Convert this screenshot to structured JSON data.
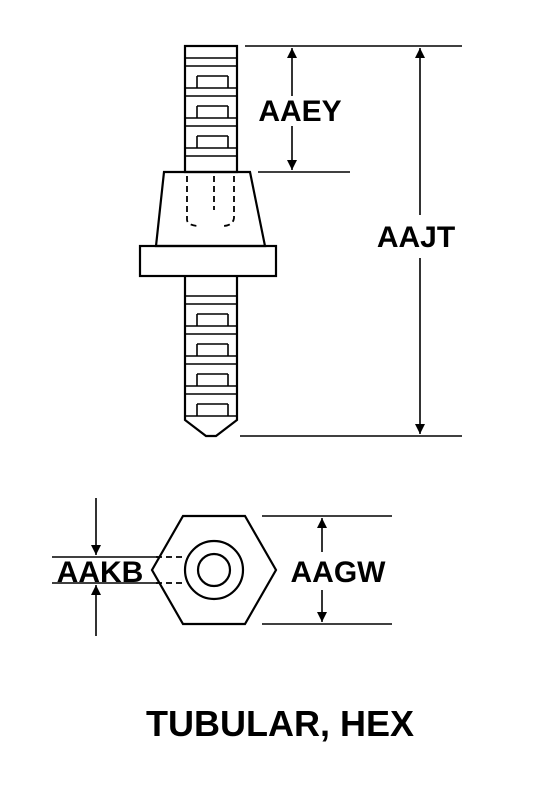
{
  "dimensions": {
    "aaey": "AAEY",
    "aajt": "AAJT",
    "aakb": "AAKB",
    "aagw": "AAGW"
  },
  "caption": "TUBULAR, HEX"
}
